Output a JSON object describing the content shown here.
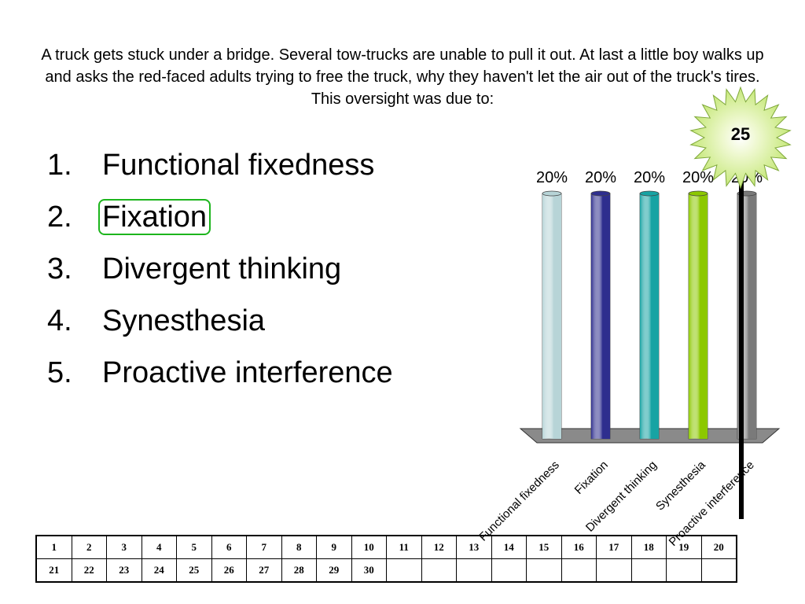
{
  "question": "A truck gets stuck under a bridge. Several tow-trucks are unable to pull it out. At last a little boy walks up and asks the red-faced adults trying to free the truck, why they haven't let the air out of the truck's tires. This oversight was due to:",
  "answers": [
    {
      "num": "1.",
      "text": "Functional fixedness"
    },
    {
      "num": "2.",
      "text": "Fixation",
      "selected": true
    },
    {
      "num": "3.",
      "text": "Divergent thinking"
    },
    {
      "num": "4.",
      "text": "Synesthesia"
    },
    {
      "num": "5.",
      "text": "Proactive interference"
    }
  ],
  "timer": {
    "value": "25",
    "fill": "#c6e87a"
  },
  "chart_data": {
    "type": "bar",
    "categories": [
      "Functional fixedness",
      "Fixation",
      "Divergent thinking",
      "Synesthesia",
      "Proactive interference"
    ],
    "values": [
      20,
      20,
      20,
      20,
      20
    ],
    "value_labels": [
      "20%",
      "20%",
      "20%",
      "20%",
      "20%"
    ],
    "colors": [
      "#b7d4d7",
      "#2e2e8e",
      "#17a3a3",
      "#8cc800",
      "#7a7a7a"
    ],
    "ylim": [
      0,
      20
    ],
    "grid": false,
    "legend": "none"
  },
  "response_grid": {
    "rows": [
      [
        "1",
        "2",
        "3",
        "4",
        "5",
        "6",
        "7",
        "8",
        "9",
        "10",
        "11",
        "12",
        "13",
        "14",
        "15",
        "16",
        "17",
        "18",
        "19",
        "20"
      ],
      [
        "21",
        "22",
        "23",
        "24",
        "25",
        "26",
        "27",
        "28",
        "29",
        "30",
        "",
        "",
        "",
        "",
        "",
        "",
        "",
        "",
        "",
        ""
      ]
    ]
  }
}
